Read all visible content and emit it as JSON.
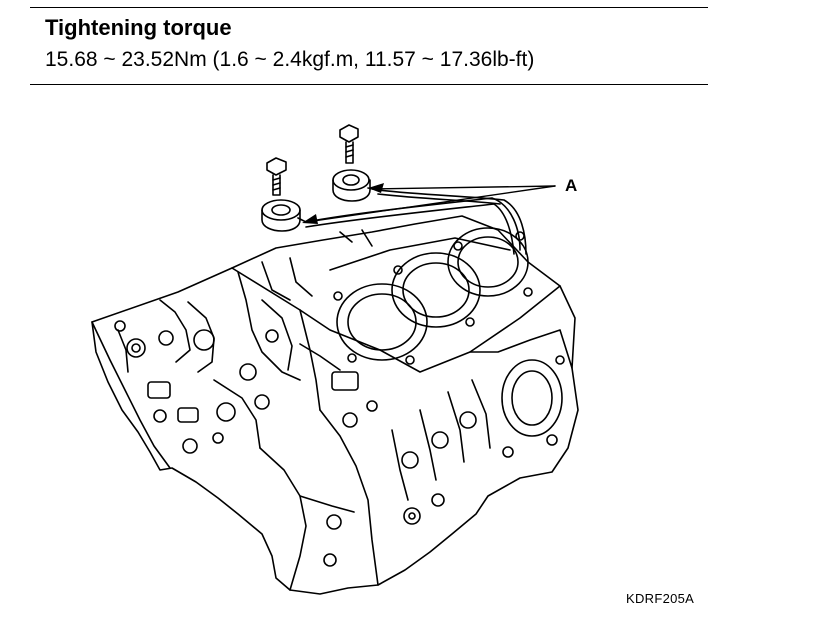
{
  "header": {
    "title": "Tightening torque",
    "spec": "15.68 ~ 23.52Nm (1.6 ~ 2.4kgf.m, 11.57 ~ 17.36lb-ft)"
  },
  "figure": {
    "callout_label": "A",
    "figure_code": "KDRF205A",
    "icons": [
      "engine-block-drawing",
      "knock-sensor",
      "bolt"
    ]
  }
}
